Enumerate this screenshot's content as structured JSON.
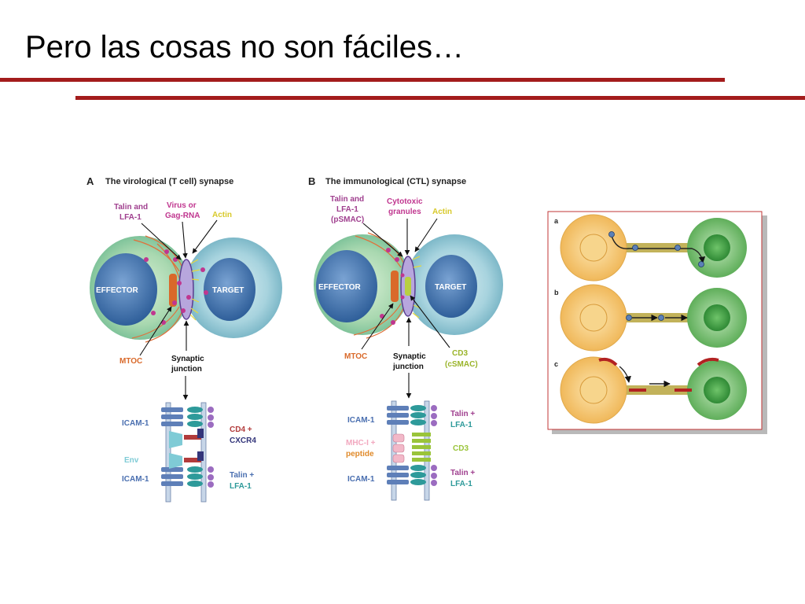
{
  "slide": {
    "title": "Pero las cosas no son fáciles…"
  },
  "panel_a": {
    "letter": "A",
    "heading": "The  virological (T cell) synapse",
    "talin_lfa_l1": "Talin and",
    "talin_lfa_l2": "LFA-1",
    "virus_l1": "Virus or",
    "virus_l2": "Gag-RNA",
    "actin": "Actin",
    "effector": "EFFECTOR",
    "target": "TARGET",
    "mtoc": "MTOC",
    "junction_l1": "Synaptic",
    "junction_l2": "junction",
    "icam1_top": "ICAM-1",
    "cd4": "CD4 +",
    "cxcr4": "CXCR4",
    "env": "Env",
    "icam1_bottom": "ICAM-1",
    "talin_plus": "Talin +",
    "lfa1": "LFA-1"
  },
  "panel_b": {
    "letter": "B",
    "heading": "The immunological (CTL) synapse",
    "talin_l1": "Talin and",
    "talin_l2": "LFA-1",
    "talin_l3": "(pSMAC)",
    "cyto_l1": "Cytotoxic",
    "cyto_l2": "granules",
    "actin": "Actin",
    "effector": "EFFECTOR",
    "target": "TARGET",
    "mtoc": "MTOC",
    "junction_l1": "Synaptic",
    "junction_l2": "junction",
    "cd3_l1": "CD3",
    "cd3_l2": "(cSMAC)",
    "icam1_top": "ICAM-1",
    "talin_plus_top": "Talin +",
    "lfa1_top": "LFA-1",
    "mhc": "MHC-I +",
    "peptide": "peptide",
    "cd3": "CD3",
    "icam1_bottom": "ICAM-1",
    "talin_plus_bottom": "Talin +",
    "lfa1_bottom": "LFA-1"
  },
  "panel_c": {
    "label_a": "a",
    "label_b": "b",
    "label_c": "c"
  },
  "colors": {
    "accent_red": "#a31c1c",
    "effector_blue": "#4f7fb8",
    "talin_purple": "#a0408f",
    "actin_yellow": "#e8d83a",
    "mtoc_orange": "#d9692a",
    "cell_orange": "#f2c26a",
    "cell_green": "#6fbf6a"
  }
}
